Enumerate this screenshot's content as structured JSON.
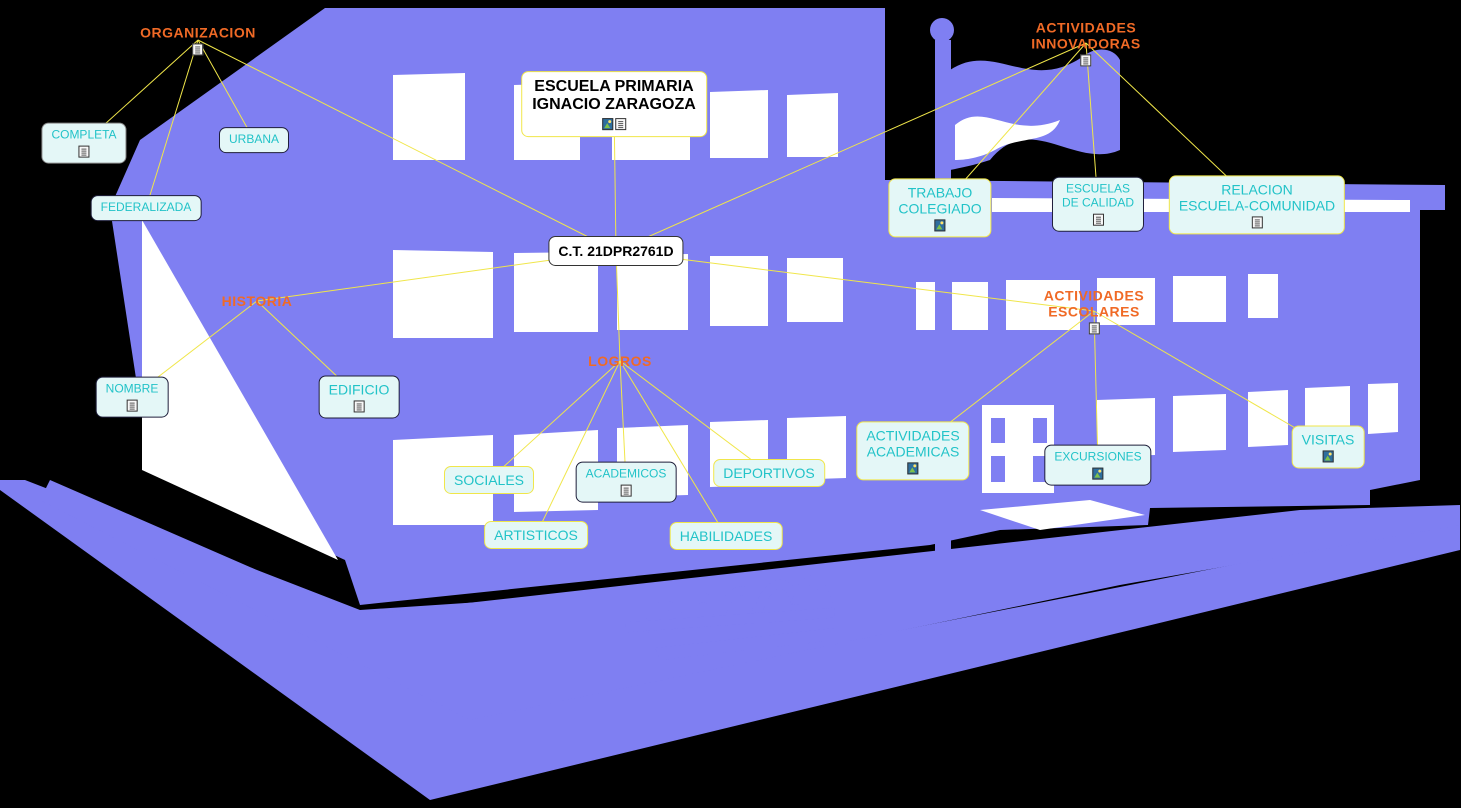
{
  "colors": {
    "background": "#000000",
    "building": "#7f7ff2",
    "window": "#ffffff",
    "connector": "#f0e64a",
    "category_text": "#f06a26",
    "leaf_text": "#22c3c8",
    "leaf_fill": "#e4f7f7"
  },
  "nodes": {
    "escuela": "ESCUELA PRIMARIA\nIGNACIO ZARAGOZA",
    "ct": "C.T. 21DPR2761D",
    "organizacion": "ORGANIZACION",
    "completa": "COMPLETA",
    "urbana": "URBANA",
    "federalizada": "FEDERALIZADA",
    "historia": "HISTORIA",
    "nombre": "NOMBRE",
    "edificio": "EDIFICIO",
    "logros": "LOGROS",
    "sociales": "SOCIALES",
    "academicos": "ACADEMICOS",
    "deportivos": "DEPORTIVOS",
    "artisticos": "ARTISTICOS",
    "habilidades": "HABILIDADES",
    "act_innovadoras": "ACTIVIDADES\nINNOVADORAS",
    "trabajo": "TRABAJO\nCOLEGIADO",
    "escuelas_calidad": "ESCUELAS\nDE CALIDAD",
    "relacion": "RELACION\nESCUELA-COMUNIDAD",
    "act_escolares": "ACTIVIDADES\nESCOLARES",
    "act_academicas": "ACTIVIDADES\nACADEMICAS",
    "excursiones": "EXCURSIONES",
    "visitas": "VISITAS"
  },
  "icons": {
    "note": "note-icon",
    "image": "image-icon"
  }
}
